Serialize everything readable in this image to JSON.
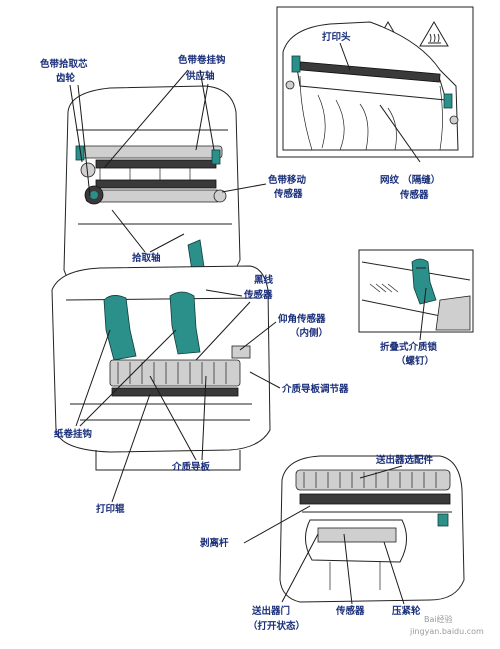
{
  "labels": {
    "ribbon_takeup_hub": [
      "色带拾取芯",
      "齿轮"
    ],
    "ribbon_supply_hanger": [
      "色带卷挂钩",
      "供应轴"
    ],
    "printhead": "打印头",
    "web_gap_sensor": [
      "网纹 （隔缝）",
      "传感器"
    ],
    "ribbon_motion_sensor": [
      "色带移动",
      "传感器"
    ],
    "takeup_spindle": "拾取轴",
    "black_line_sensor": [
      "黑线",
      "传感器"
    ],
    "upper_sensor": [
      "仰角传感器",
      "（内侧）"
    ],
    "folding_media_lock": [
      "折叠式介质锁",
      "（螺钉）"
    ],
    "media_guide_adjuster": "介质导板调节器",
    "roll_holder": "纸卷挂钩",
    "media_guide": "介质导板",
    "platen_roller": "打印辊",
    "dispenser_option": "送出器选配件",
    "peel_bar": "剥离杆",
    "dispenser_door": [
      "送出器门",
      "（打开状态）"
    ],
    "sensor": "传感器",
    "pinch_roller": "压紧轮"
  },
  "watermark": [
    "Bai经验",
    "jingyan.baidu.com"
  ],
  "icons": [
    "hand-warning-icon",
    "hot-surface-warning-icon"
  ]
}
